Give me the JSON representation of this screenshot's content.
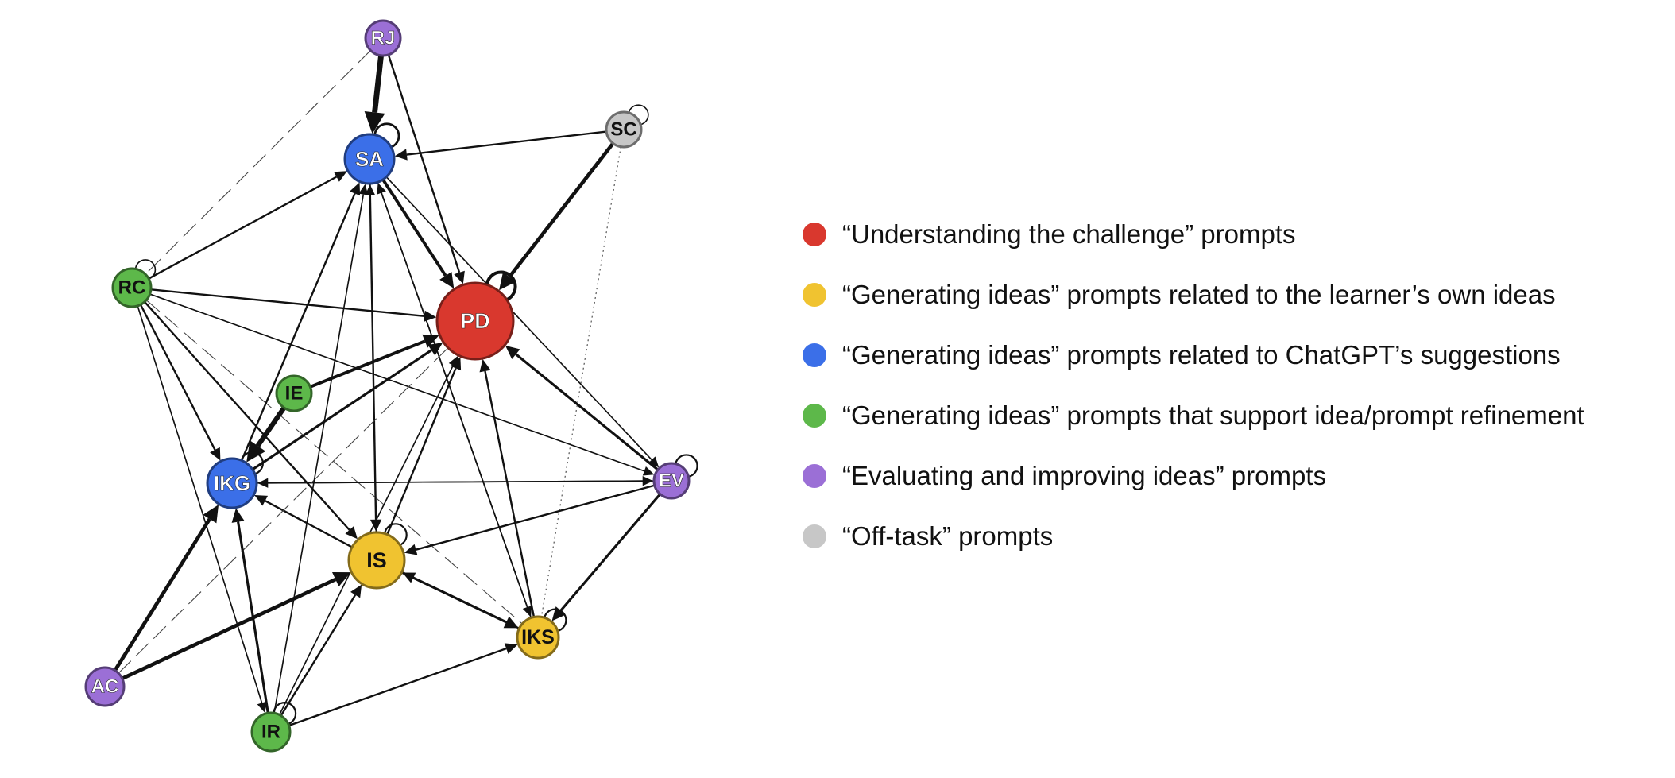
{
  "nodes": [
    {
      "id": "RJ",
      "label": "RJ",
      "category": "evaluating"
    },
    {
      "id": "SA",
      "label": "SA",
      "category": "chatgpt"
    },
    {
      "id": "SC",
      "label": "SC",
      "category": "offtask"
    },
    {
      "id": "RC",
      "label": "RC",
      "category": "refinement"
    },
    {
      "id": "PD",
      "label": "PD",
      "category": "understanding"
    },
    {
      "id": "IE",
      "label": "IE",
      "category": "refinement"
    },
    {
      "id": "IKG",
      "label": "IKG",
      "category": "chatgpt"
    },
    {
      "id": "EV",
      "label": "EV",
      "category": "evaluating"
    },
    {
      "id": "IS",
      "label": "IS",
      "category": "own"
    },
    {
      "id": "IKS",
      "label": "IKS",
      "category": "own"
    },
    {
      "id": "AC",
      "label": "AC",
      "category": "evaluating"
    },
    {
      "id": "IR",
      "label": "IR",
      "category": "refinement"
    }
  ],
  "edges": [
    {
      "from": "RJ",
      "to": "SA",
      "weight": 8
    },
    {
      "from": "RJ",
      "to": "PD",
      "weight": 2
    },
    {
      "from": "RJ",
      "to": "RC",
      "weight": 1,
      "style": "dashed"
    },
    {
      "from": "SC",
      "to": "SA",
      "weight": 2
    },
    {
      "from": "SC",
      "to": "PD",
      "weight": 5
    },
    {
      "from": "SC",
      "to": "IKS",
      "weight": 1,
      "style": "dotted"
    },
    {
      "from": "SA",
      "to": "PD",
      "weight": 4
    },
    {
      "from": "SA",
      "to": "IS",
      "weight": 2
    },
    {
      "from": "SA",
      "to": "IKS",
      "weight": 1
    },
    {
      "from": "SA",
      "to": "EV",
      "weight": 1
    },
    {
      "from": "RC",
      "to": "SA",
      "weight": 2
    },
    {
      "from": "RC",
      "to": "PD",
      "weight": 2
    },
    {
      "from": "RC",
      "to": "IKG",
      "weight": 2
    },
    {
      "from": "RC",
      "to": "IS",
      "weight": 2
    },
    {
      "from": "RC",
      "to": "IKS",
      "weight": 1,
      "style": "dashed"
    },
    {
      "from": "RC",
      "to": "EV",
      "weight": 1
    },
    {
      "from": "RC",
      "to": "IR",
      "weight": 1
    },
    {
      "from": "IE",
      "to": "PD",
      "weight": 4
    },
    {
      "from": "IE",
      "to": "IKG",
      "weight": 7
    },
    {
      "from": "IKG",
      "to": "SA",
      "weight": 2
    },
    {
      "from": "IKG",
      "to": "PD",
      "weight": 3
    },
    {
      "from": "IKG",
      "to": "EV",
      "weight": 1
    },
    {
      "from": "IKG",
      "to": "IS",
      "weight": 1,
      "style": "dashed"
    },
    {
      "from": "EV",
      "to": "PD",
      "weight": 3
    },
    {
      "from": "EV",
      "to": "IKS",
      "weight": 3
    },
    {
      "from": "EV",
      "to": "IKG",
      "weight": 1
    },
    {
      "from": "EV",
      "to": "IS",
      "weight": 2
    },
    {
      "from": "IS",
      "to": "PD",
      "weight": 2
    },
    {
      "from": "IS",
      "to": "IKG",
      "weight": 2
    },
    {
      "from": "IS",
      "to": "IKS",
      "weight": 3
    },
    {
      "from": "IS",
      "to": "SA",
      "weight": 1
    },
    {
      "from": "IKS",
      "to": "PD",
      "weight": 2
    },
    {
      "from": "IKS",
      "to": "IS",
      "weight": 2
    },
    {
      "from": "IKS",
      "to": "SA",
      "weight": 1
    },
    {
      "from": "AC",
      "to": "IKG",
      "weight": 5
    },
    {
      "from": "AC",
      "to": "IS",
      "weight": 5
    },
    {
      "from": "AC",
      "to": "PD",
      "weight": 1,
      "style": "dashed"
    },
    {
      "from": "IR",
      "to": "IKG",
      "weight": 3
    },
    {
      "from": "IR",
      "to": "IS",
      "weight": 2
    },
    {
      "from": "IR",
      "to": "IKS",
      "weight": 2
    },
    {
      "from": "IR",
      "to": "SA",
      "weight": 1
    },
    {
      "from": "IR",
      "to": "PD",
      "weight": 1
    }
  ],
  "loops": [
    {
      "node": "SA",
      "weight": 3
    },
    {
      "node": "PD",
      "weight": 5
    },
    {
      "node": "SC",
      "weight": 1
    },
    {
      "node": "RC",
      "weight": 1
    },
    {
      "node": "IKG",
      "weight": 2
    },
    {
      "node": "EV",
      "weight": 2
    },
    {
      "node": "IS",
      "weight": 2
    },
    {
      "node": "IKS",
      "weight": 2
    },
    {
      "node": "IR",
      "weight": 2
    }
  ],
  "categories": {
    "understanding": {
      "color": "#d9382e"
    },
    "own": {
      "color": "#f0c330"
    },
    "chatgpt": {
      "color": "#3b6fe8"
    },
    "refinement": {
      "color": "#5db84a"
    },
    "evaluating": {
      "color": "#9b6fd6"
    },
    "offtask": {
      "color": "#c7c7c7"
    }
  },
  "legend": [
    {
      "label": "“Understanding the challenge” prompts",
      "color": "#d9382e"
    },
    {
      "label": "“Generating ideas” prompts related to the learner’s own ideas",
      "color": "#f0c330"
    },
    {
      "label": "“Generating ideas” prompts related to ChatGPT’s suggestions",
      "color": "#3b6fe8"
    },
    {
      "label": "“Generating ideas” prompts that support idea/prompt refinement",
      "color": "#5db84a"
    },
    {
      "label": "“Evaluating and improving ideas” prompts",
      "color": "#9b6fd6"
    },
    {
      "label": "“Off-task” prompts",
      "color": "#c7c7c7"
    }
  ]
}
